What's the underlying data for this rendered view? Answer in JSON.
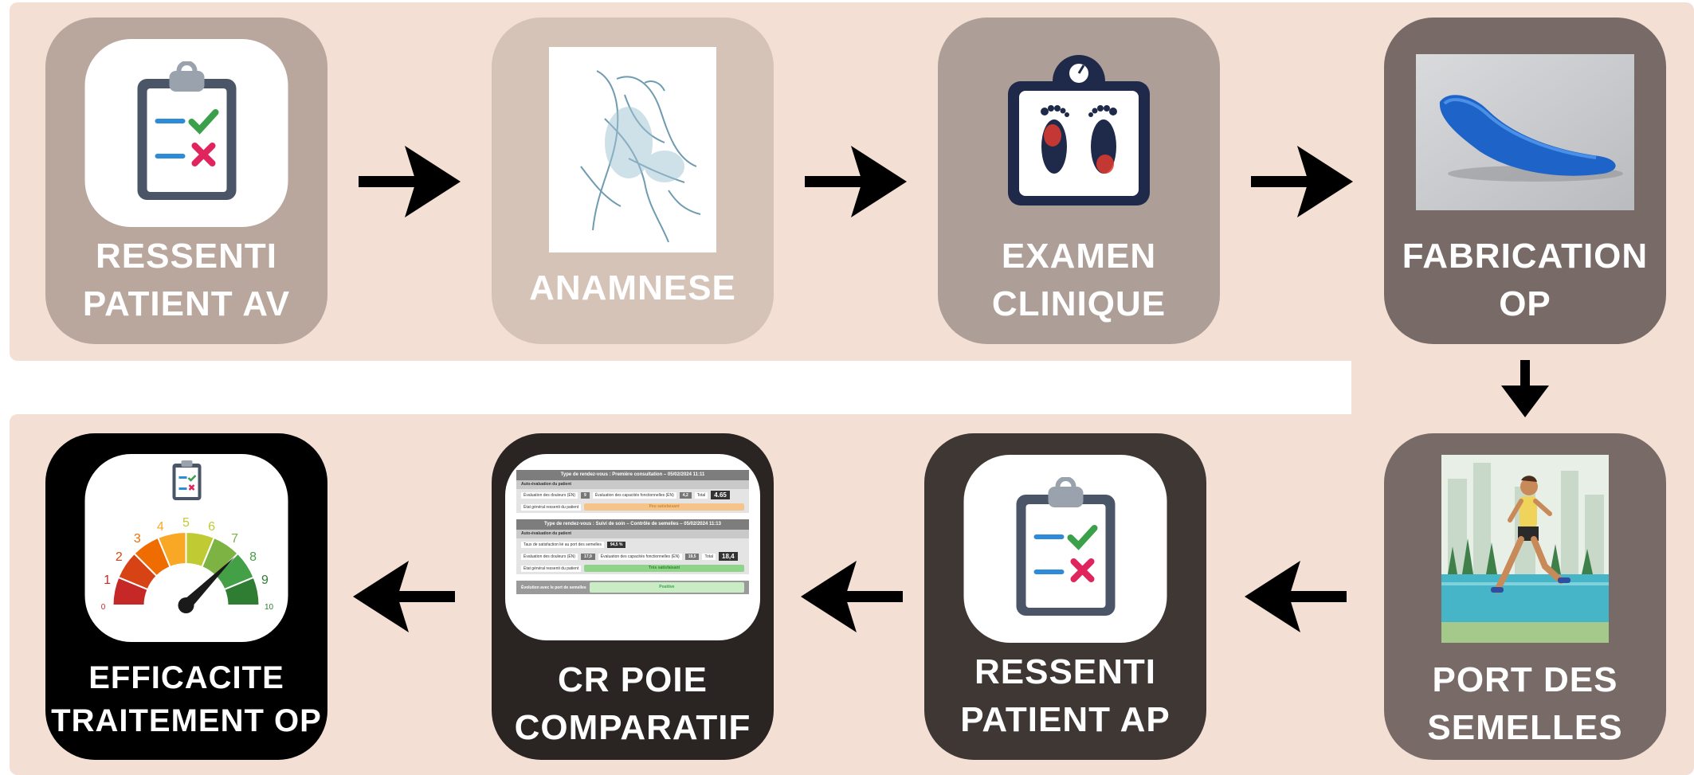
{
  "colors": {
    "band": "#f3dfd3",
    "card_light_1": "#b9a69d",
    "card_light_2": "#d6c3b8",
    "card_mid": "#ad9e97",
    "card_dark": "#786a67",
    "card_darker": "#3f3734",
    "card_black_brown": "#2a2523",
    "card_black": "#000000",
    "arrow": "#000000"
  },
  "steps": {
    "s1": {
      "line1": "RESSENTI",
      "line2": "PATIENT AV",
      "icon": "clipboard-checklist-icon"
    },
    "s2": {
      "line1": "ANAMNESE",
      "icon": "anatomy-sketch-image"
    },
    "s3": {
      "line1": "EXAMEN",
      "line2": "CLINIQUE",
      "icon": "foot-scale-icon"
    },
    "s4": {
      "line1": "FABRICATION",
      "line2": "OP",
      "icon": "insole-image"
    },
    "s5": {
      "line1": "PORT DES",
      "line2": "SEMELLES",
      "icon": "runner-illustration"
    },
    "s6": {
      "line1": "RESSENTI",
      "line2": "PATIENT AP",
      "icon": "clipboard-checklist-icon"
    },
    "s7": {
      "line1": "CR POIE",
      "line2": "COMPARATIF",
      "icon": "report-table-image"
    },
    "s8": {
      "line1": "EFFICACITE",
      "line2": "TRAITEMENT OP",
      "icon": "gauge-meter-icon"
    }
  },
  "report": {
    "header1": "Type de rendez-vous : Première consultation – 05/02/2024 11:11",
    "sub1": "Auto-évaluation du patient",
    "r1_a": "Évaluation des douleurs (ÉN)",
    "r1_b": "9",
    "r1_c": "Évaluation des capacités fonctionnelles (ÉN)",
    "r1_d": "4,2",
    "r1_e": "Total",
    "r1_f": "4.65",
    "r2_a": "État général ressenti du patient",
    "r2_b": "Peu satisfaisant",
    "header2": "Type de rendez-vous : Suivi de soin – Contrôle de semelles – 05/02/2024 11:13",
    "sub2": "Auto-évaluation du patient",
    "r3_a": "Taux de satisfaction lié au port des semelles",
    "r3_b": "94,5 %",
    "r4_a": "Évaluation des douleurs (ÉN)",
    "r4_b": "17,9",
    "r4_c": "Évaluation des capacités fonctionnelles (ÉN)",
    "r4_d": "19,5",
    "r4_e": "Total",
    "r4_f": "18,4",
    "r5_a": "État général ressenti du patient",
    "r5_b": "Très satisfaisant",
    "r6_a": "Évolution avec le port de semelles",
    "r6_b": "Positive"
  },
  "gauge": {
    "ticks": [
      "0",
      "1",
      "2",
      "3",
      "4",
      "5",
      "6",
      "7",
      "8",
      "9",
      "10"
    ],
    "needle_value": 7.5
  }
}
